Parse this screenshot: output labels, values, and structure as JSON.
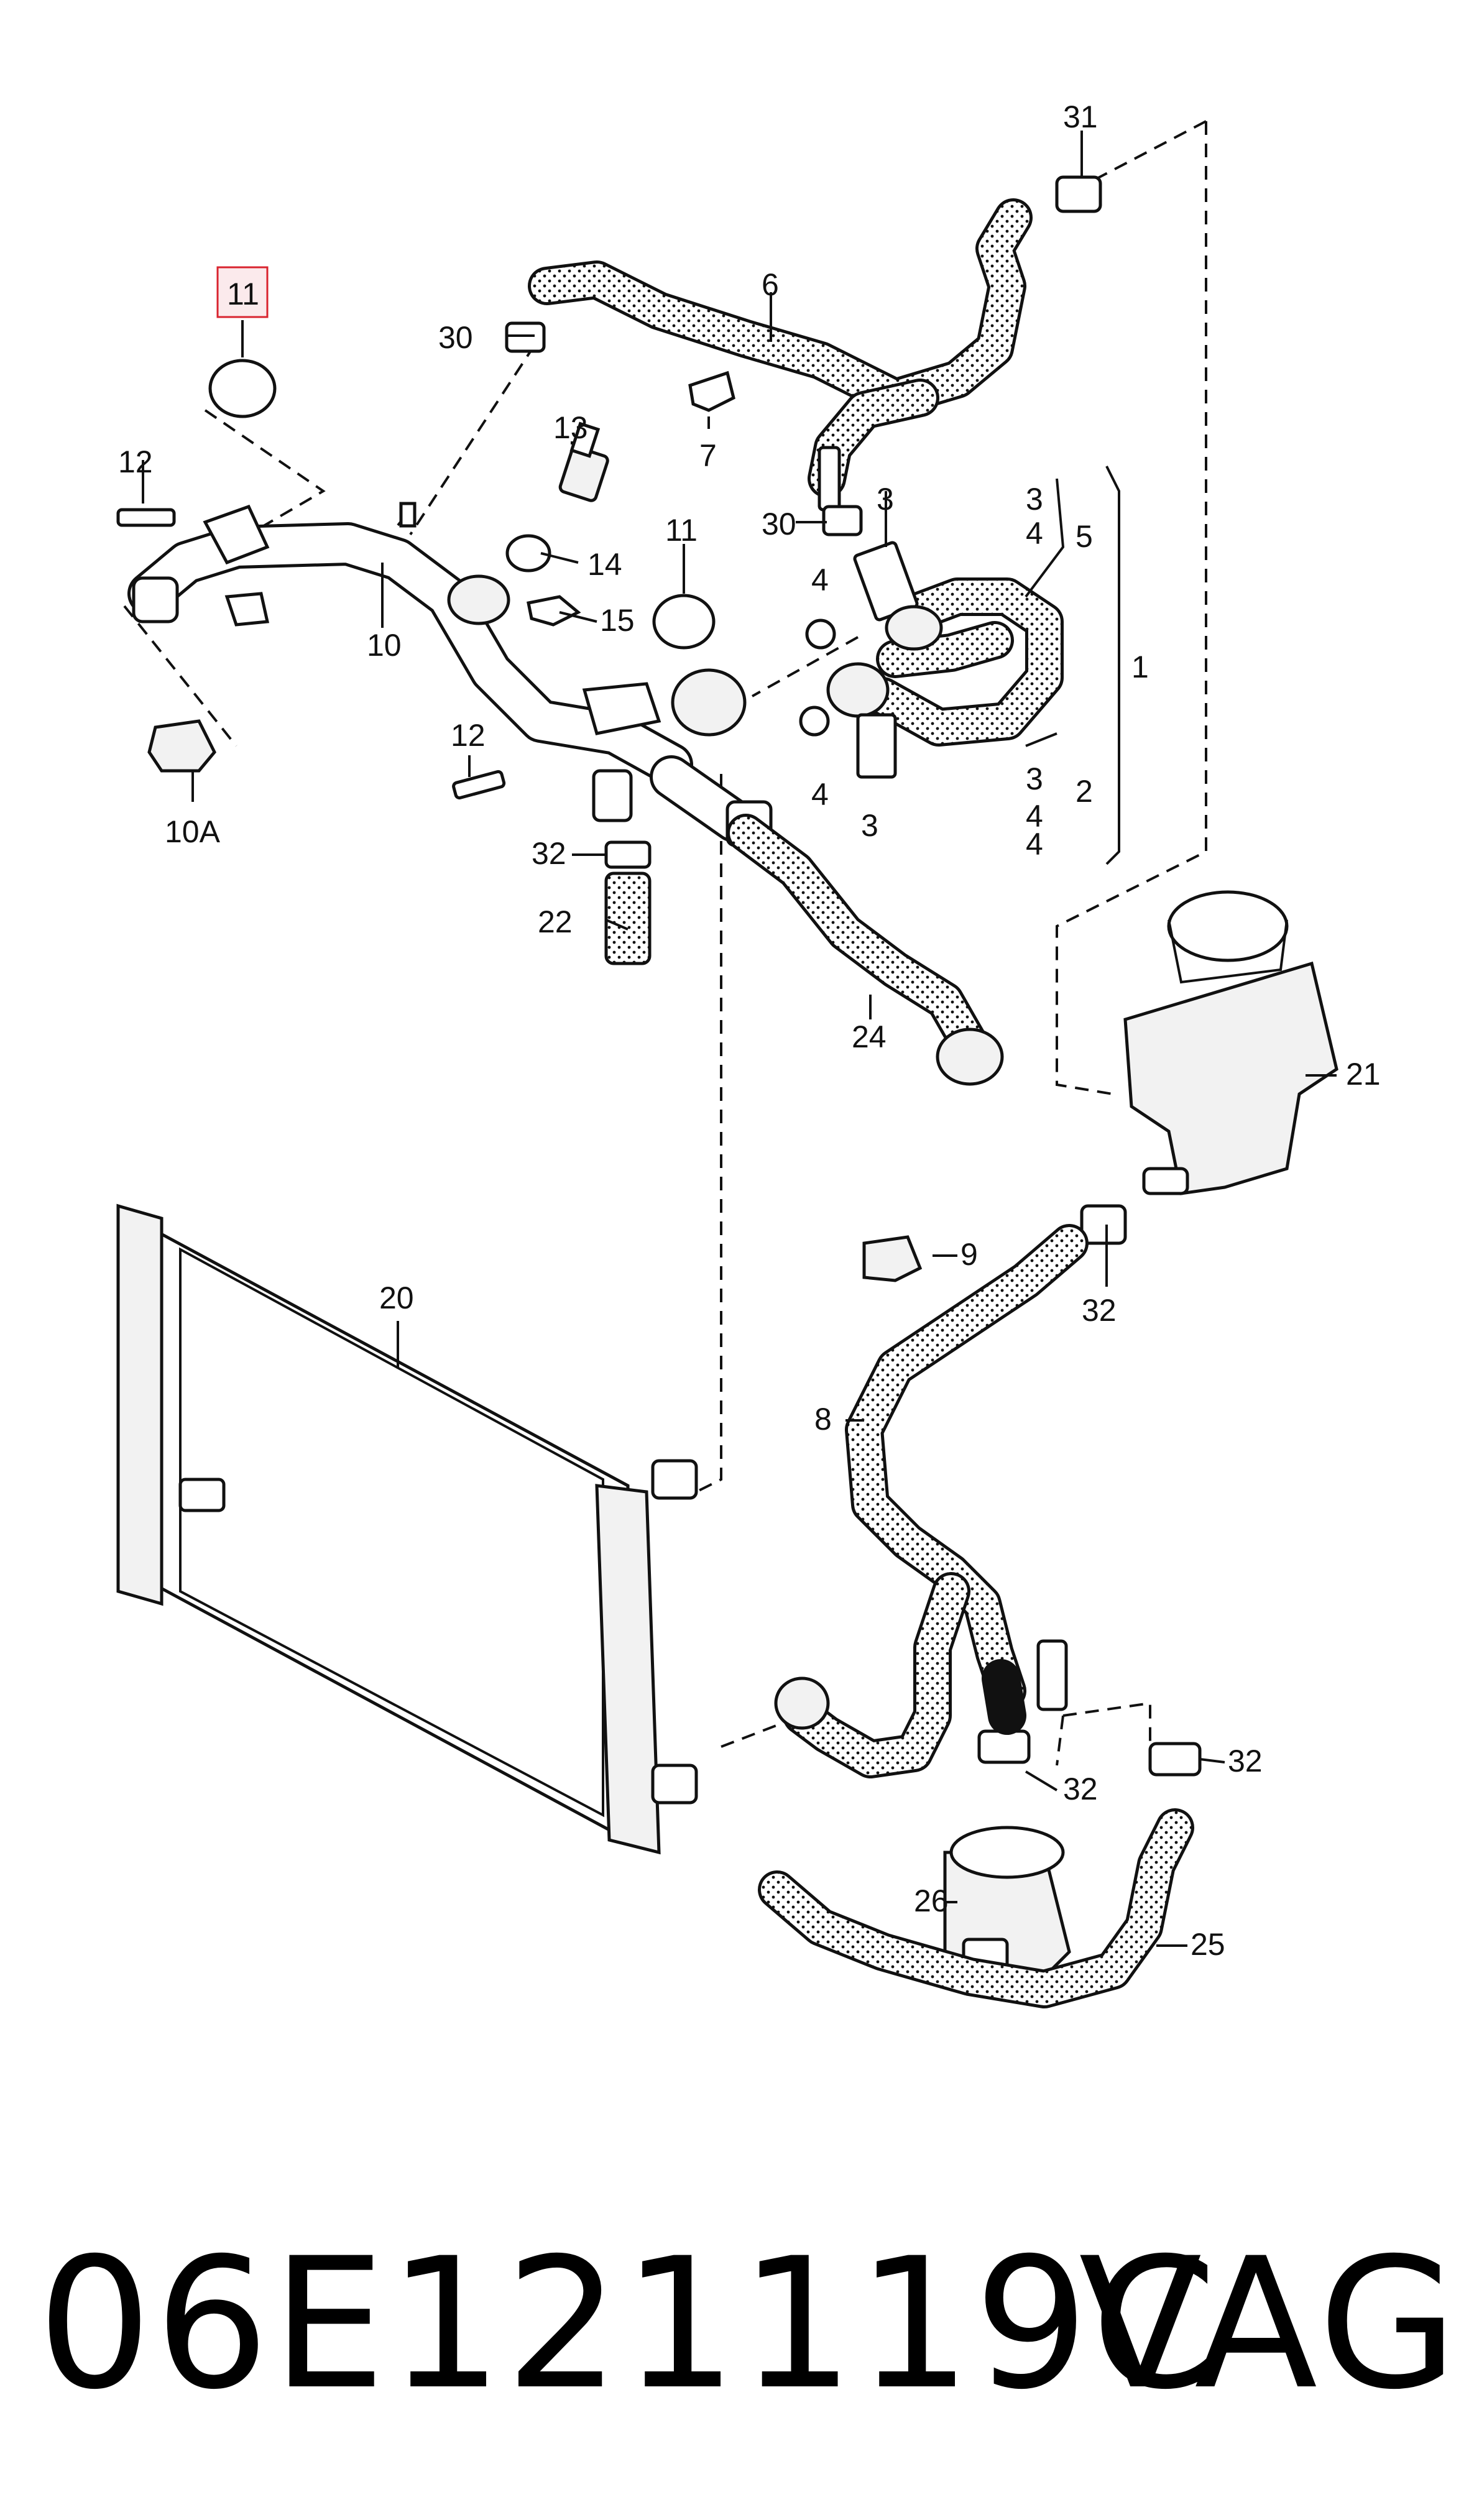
{
  "diagram": {
    "labels": {
      "p1": "1",
      "p2": "2",
      "p3a": "3",
      "p3b": "3",
      "p3c": "3",
      "p3d": "3",
      "p4a": "4",
      "p4b": "4",
      "p4c": "4",
      "p4d": "4",
      "p4e": "4",
      "p5": "5",
      "p6": "6",
      "p7": "7",
      "p8": "8",
      "p9": "9",
      "p10": "10",
      "p10a": "10A",
      "p11": "11",
      "p11b": "11",
      "p12a": "12",
      "p12b": "12",
      "p13": "13",
      "p14": "14",
      "p15": "15",
      "p20": "20",
      "p21": "21",
      "p22": "22",
      "p24": "24",
      "p25": "25",
      "p26": "26",
      "p30a": "30",
      "p30b": "30",
      "p31": "31",
      "p32a": "32",
      "p32b": "32",
      "p32c": "32",
      "p32d": "32"
    },
    "highlighted_part": "11",
    "highlight_color": "#d9232e"
  },
  "footer": {
    "part_number": "06E121119C",
    "brand": "VAG"
  }
}
